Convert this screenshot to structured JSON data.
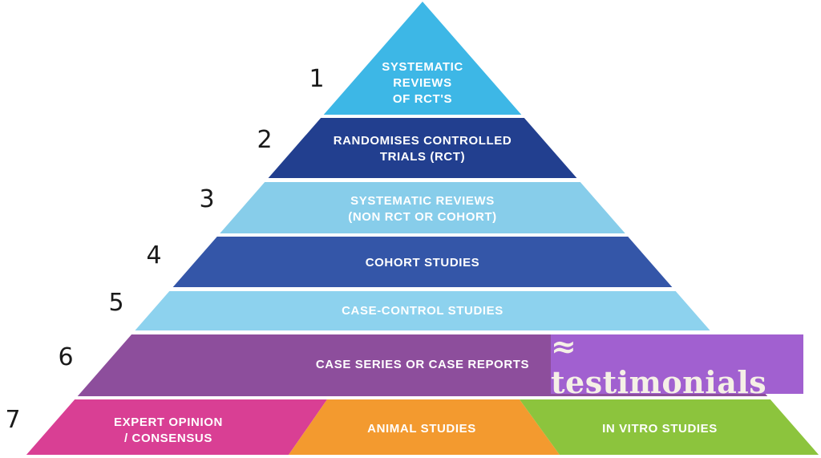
{
  "levels": [
    {
      "rank": "1",
      "lines": [
        "SYSTEMATIC",
        "REVIEWS",
        "OF RCT'S"
      ],
      "color": "#3db7e6"
    },
    {
      "rank": "2",
      "lines": [
        "RANDOMISES CONTROLLED",
        "TRIALS (RCT)"
      ],
      "color": "#223f8f"
    },
    {
      "rank": "3",
      "lines": [
        "SYSTEMATIC REVIEWS",
        "(NON RCT OR COHORT)"
      ],
      "color": "#87cdea"
    },
    {
      "rank": "4",
      "lines": [
        "COHORT STUDIES"
      ],
      "color": "#3456a8"
    },
    {
      "rank": "5",
      "lines": [
        "CASE-CONTROL STUDIES"
      ],
      "color": "#8dd2ee"
    },
    {
      "rank": "6",
      "lines": [
        "CASE SERIES OR CASE REPORTS"
      ],
      "color": "#8d4e9c"
    }
  ],
  "base": {
    "rank": "7",
    "segments": [
      {
        "lines": [
          "EXPERT OPINION",
          "/ CONSENSUS"
        ],
        "color": "#d93f94"
      },
      {
        "lines": [
          "ANIMAL STUDIES"
        ],
        "color": "#f39a2f"
      },
      {
        "lines": [
          "IN VITRO STUDIES"
        ],
        "color": "#8cc43d"
      }
    ]
  },
  "callout": {
    "text": "≈ testimonials",
    "color": "#a160d0"
  }
}
